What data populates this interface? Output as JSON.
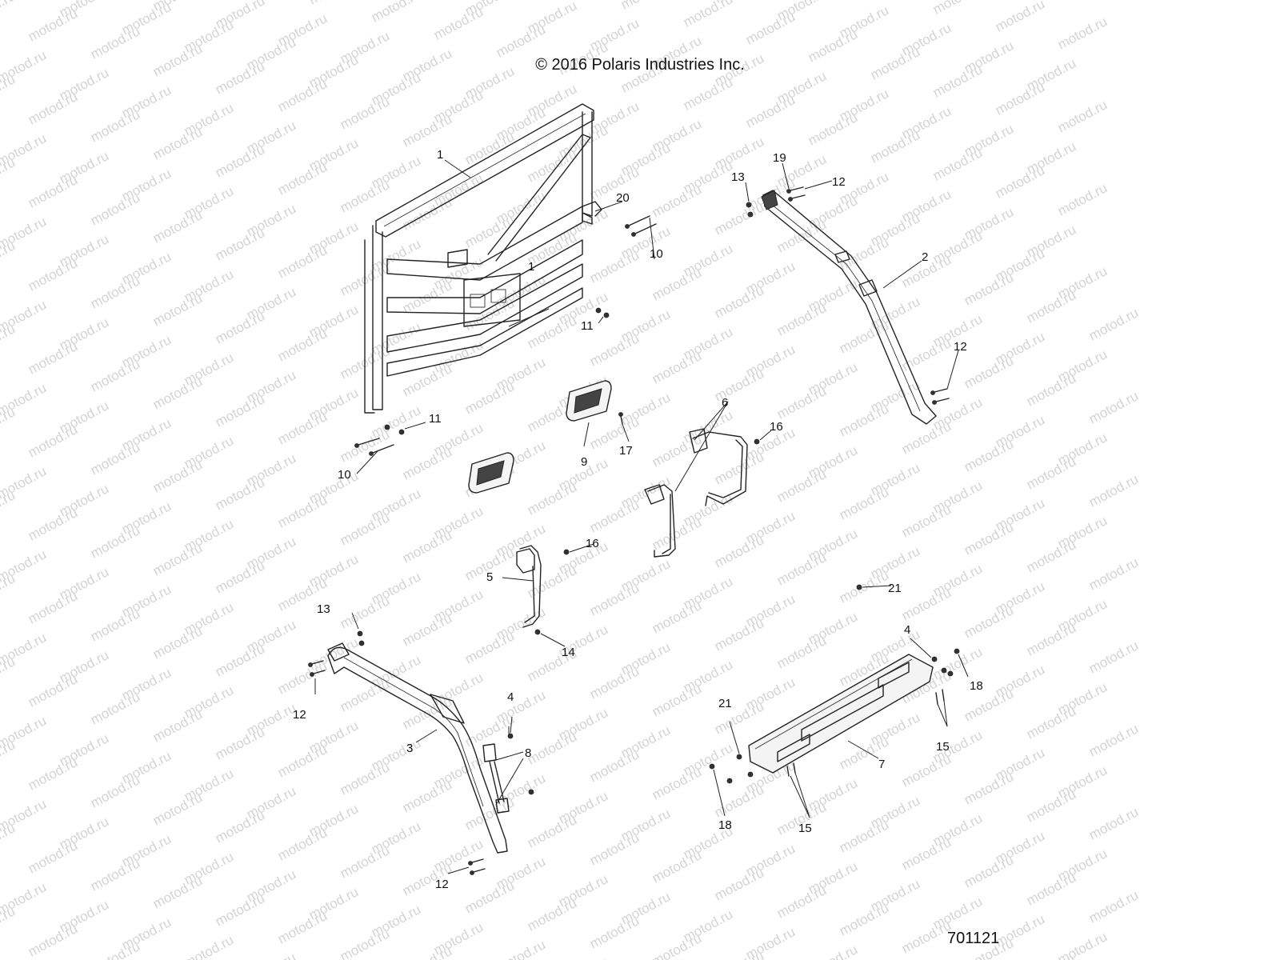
{
  "header": {
    "copyright": "© 2016 Polaris Industries Inc."
  },
  "footer": {
    "drawing_id": "701121"
  },
  "watermark": {
    "text": "motod.ru",
    "color": "#d4d4d4"
  },
  "callouts": [
    {
      "id": "c1a",
      "label": "1"
    },
    {
      "id": "c1b",
      "label": "1"
    },
    {
      "id": "c2",
      "label": "2"
    },
    {
      "id": "c3",
      "label": "3"
    },
    {
      "id": "c4a",
      "label": "4"
    },
    {
      "id": "c4b",
      "label": "4"
    },
    {
      "id": "c5",
      "label": "5"
    },
    {
      "id": "c6",
      "label": "6"
    },
    {
      "id": "c7",
      "label": "7"
    },
    {
      "id": "c8",
      "label": "8"
    },
    {
      "id": "c9",
      "label": "9"
    },
    {
      "id": "c10a",
      "label": "10"
    },
    {
      "id": "c10b",
      "label": "10"
    },
    {
      "id": "c11a",
      "label": "11"
    },
    {
      "id": "c11b",
      "label": "11"
    },
    {
      "id": "c12a",
      "label": "12"
    },
    {
      "id": "c12b",
      "label": "12"
    },
    {
      "id": "c12c",
      "label": "12"
    },
    {
      "id": "c12d",
      "label": "12"
    },
    {
      "id": "c13a",
      "label": "13"
    },
    {
      "id": "c13b",
      "label": "13"
    },
    {
      "id": "c14",
      "label": "14"
    },
    {
      "id": "c15a",
      "label": "15"
    },
    {
      "id": "c15b",
      "label": "15"
    },
    {
      "id": "c16a",
      "label": "16"
    },
    {
      "id": "c16b",
      "label": "16"
    },
    {
      "id": "c17",
      "label": "17"
    },
    {
      "id": "c18a",
      "label": "18"
    },
    {
      "id": "c18b",
      "label": "18"
    },
    {
      "id": "c19",
      "label": "19"
    },
    {
      "id": "c20",
      "label": "20"
    },
    {
      "id": "c21a",
      "label": "21"
    },
    {
      "id": "c21b",
      "label": "21"
    }
  ]
}
